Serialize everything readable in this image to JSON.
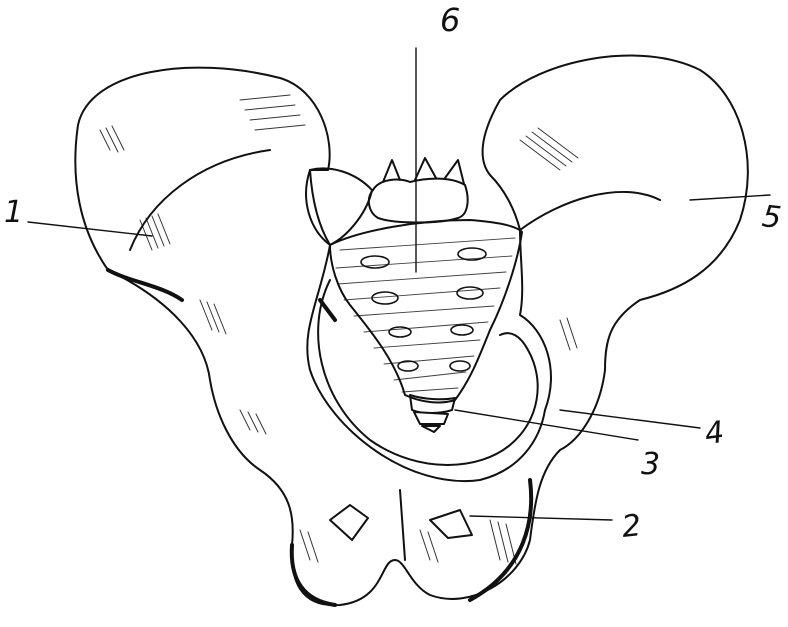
{
  "figure": {
    "ink_color": "#111111",
    "paper_color": "#ffffff",
    "icon": "pelvis-sketch"
  },
  "labels": {
    "n1": "1",
    "n2": "2",
    "n3": "3",
    "n4": "4",
    "n5": "5",
    "n6": "6"
  }
}
